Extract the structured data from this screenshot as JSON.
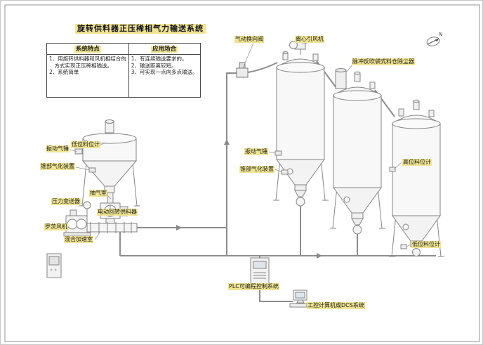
{
  "page": {
    "title": "旋转供料器正压稀相气力输送系统",
    "compass": "N"
  },
  "table": {
    "headers": [
      "系统特点",
      "应用场合"
    ],
    "features": [
      "1、用旋转供料器和风机相结合的",
      "　方式实现正压稀相输送。",
      "2、系统简单"
    ],
    "applications": [
      "1、有连续输送要求的。",
      "2、输送距离较短。",
      "3、可实现一点向多点输送。"
    ]
  },
  "labels": {
    "vibration_hammer_left": "振动气锤",
    "low_level_left": "低位料位计",
    "cone_aeration_left": "锥部气化装置",
    "pressure_transmitter": "压力变送器",
    "air_extraction_chamber": "抽气室",
    "rotary_feeder": "电动回转供料器",
    "roots_blower": "罗茨风机",
    "mixing_chamber": "混合加速室",
    "directional_valve": "气动换向阀",
    "induced_draft_fan": "离心引风机",
    "dust_collector": "脉冲反吹袋式料仓除尘器",
    "vibration_hammer_right": "振动气锤",
    "cone_aeration_right": "锥部气化装置",
    "high_level": "高位料位计",
    "low_level_right": "低位料位计",
    "plc_system": "PLC可编程控制系统",
    "computer_system": "工控计算机或DCS系统"
  },
  "colors": {
    "highlight": "#f0e493",
    "line": "#8d8d8d",
    "ink": "#1c1c1c"
  }
}
